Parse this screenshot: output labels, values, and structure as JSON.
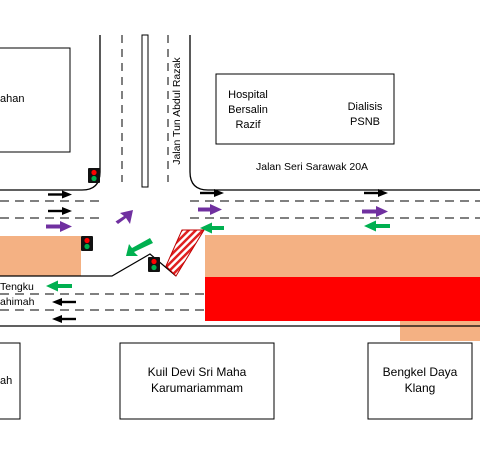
{
  "buildings": {
    "left_top": "ahan",
    "hospital": {
      "line1": "Hospital",
      "line2": "Bersalin",
      "line3": "Razif"
    },
    "dialysis": {
      "line1": "Dialisis",
      "line2": "PSNB"
    },
    "left_bottom": "ah",
    "temple": {
      "line1": "Kuil Devi Sri Maha",
      "line2": "Karumariammam"
    },
    "workshop": {
      "line1": "Bengkel Daya",
      "line2": "Klang"
    }
  },
  "roads": {
    "tun_abdul_razak": "Jalan Tun Abdul Razak",
    "seri_sarawak": "Jalan Seri Sarawak 20A",
    "tengku_line1": "Tengku",
    "tengku_line2": "ahimah"
  },
  "colors": {
    "arrow_black": "#000000",
    "arrow_purple": "#7030a0",
    "arrow_green": "#00b050",
    "zone_tan": "#f4b183",
    "zone_red": "#ff0000",
    "light_green": "#00b050",
    "light_red": "#ff0000"
  }
}
